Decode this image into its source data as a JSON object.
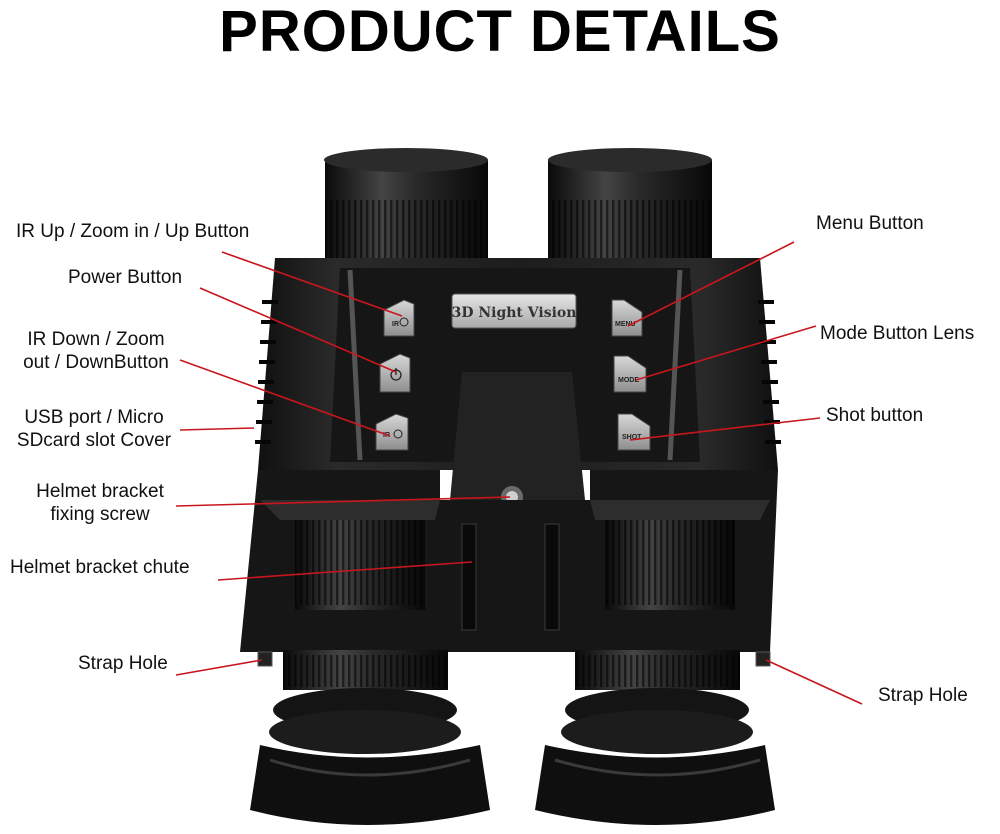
{
  "title": "PRODUCT DETAILS",
  "display_badge": "3D Night Vision",
  "button_marks": {
    "ir_up": "IR",
    "ir_down": "IR",
    "menu": "MENU",
    "mode": "MODE",
    "shot": "SHOT"
  },
  "callouts": {
    "ir_up": "IR Up / Zoom in / Up Button",
    "power": "Power Button",
    "ir_down_line1": "IR Down / Zoom",
    "ir_down_line2": "out / DownButton",
    "usb_line1": "USB port / Micro",
    "usb_line2": "SDcard slot Cover",
    "helmet_screw_line1": "Helmet bracket",
    "helmet_screw_line2": "fixing screw",
    "helmet_chute": "Helmet bracket chute",
    "strap_left": "Strap Hole",
    "menu": "Menu Button",
    "mode": "Mode Button Lens",
    "shot": "Shot button",
    "strap_right": "Strap Hole"
  },
  "colors": {
    "body": "#1b1b1b",
    "body_dark": "#0d0d0d",
    "body_light": "#3a3a3a",
    "leader_line": "#c8161d"
  }
}
